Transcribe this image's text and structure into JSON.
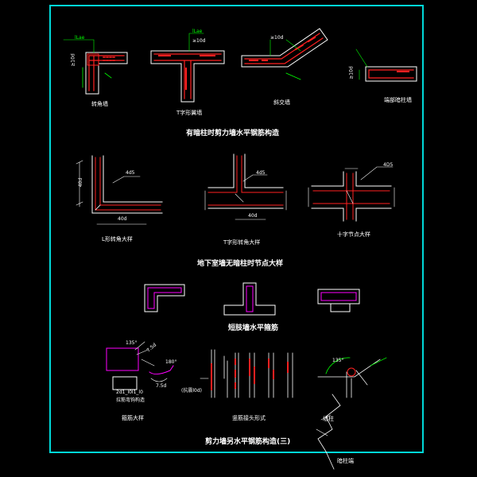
{
  "colors": {
    "background": "#000000",
    "frame": "#00d8d8",
    "wall_outline": "#ffffff",
    "rebar": "#ff2020",
    "annotation": "#00ff00",
    "hoop": "#ff00ff",
    "text": "#ffffff"
  },
  "sheet": {
    "title": "剪力墙另水平钢筋构造(三)"
  },
  "section1": {
    "title": "有暗柱时剪力墙水平钢筋构造",
    "labels": {
      "corner_wall": "转角墙",
      "t_wall": "T字形翼墙",
      "oblique_wall": "斜交墙",
      "end_column_wall": "端部暗柱墙"
    },
    "dims": {
      "lae_1": "lLae",
      "d10_1": "≥10d",
      "lae_2": "lLae",
      "d10_2": "≥10d",
      "d10_3": "≥10d",
      "d10_4": "≥10d"
    }
  },
  "section2": {
    "title": "地下室墙无暗柱时节点大样",
    "labels": {
      "l_corner": "L形转角大样",
      "t_corner": "T字形转角大样",
      "cross_node": "十字节点大样"
    },
    "dims": {
      "d40_v": "40d",
      "d40_h": "40d",
      "d4_1": "4d5",
      "d4_2": "4d5",
      "d40_t": "40d",
      "d4_3": "4D5"
    }
  },
  "section3": {
    "title": "短肢墙水平箍筋"
  },
  "section4": {
    "labels": {
      "hook_detail": "箍筋大样",
      "splice_form": "竖筋接头形式",
      "hoop_note_1": "2d1_l0l1_l0",
      "hoop_note_2": "拉筋弯钩构造",
      "angle_135": "135°",
      "length_75d_1": "7.5d",
      "length_75d_2": "7.5d",
      "hoop_180": "180°",
      "note_lap": "(抗震l0d)",
      "dia_135": "135°",
      "anchor": "墙柱",
      "anchor_2": "暗柱端"
    }
  }
}
